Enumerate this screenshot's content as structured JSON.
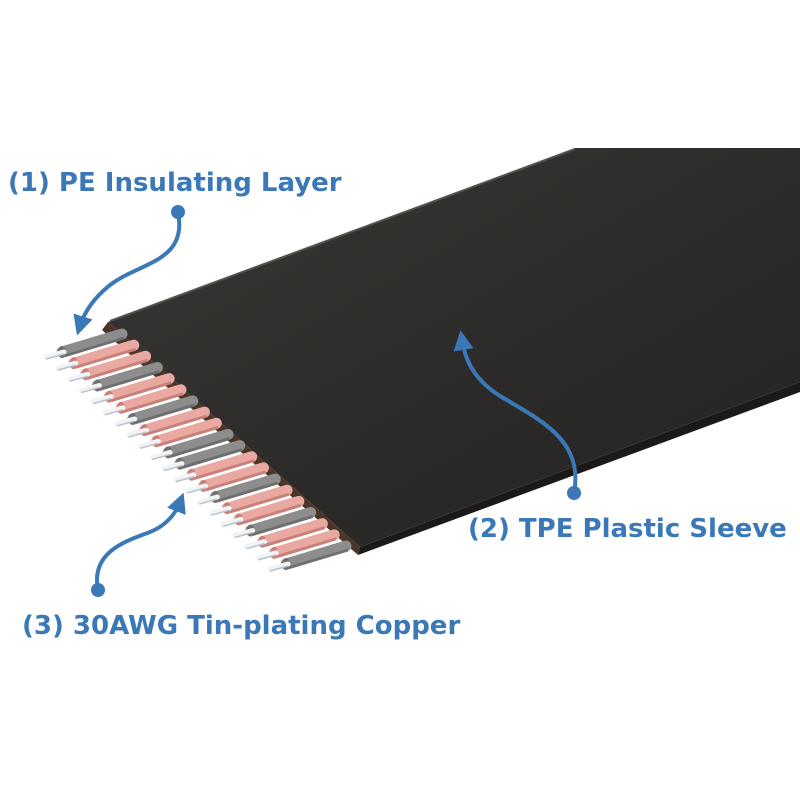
{
  "colors": {
    "accent": "#3a78b8",
    "sleeve": "#2f2d2b",
    "sleeve_edge": "#5b3d2a",
    "wire_pink": "#e9a9a2",
    "wire_gray": "#8d8d8d",
    "conductor": "#f1f4f7",
    "background": "#ffffff"
  },
  "labels": {
    "pe_insulating_layer": "(1) PE Insulating Layer",
    "tpe_plastic_sleeve": "(2) TPE Plastic Sleeve",
    "copper_conductor": "(3) 30AWG Tin-plating Copper"
  },
  "wires": {
    "count": 20,
    "pattern": [
      "gray",
      "pink",
      "pink",
      "gray",
      "pink",
      "pink",
      "gray",
      "pink",
      "pink",
      "gray",
      "gray",
      "pink",
      "pink",
      "gray",
      "pink",
      "pink",
      "gray",
      "pink",
      "pink",
      "gray"
    ]
  },
  "icons": {
    "arrow": "curved-arrow-icon",
    "anchor": "dot-icon"
  }
}
